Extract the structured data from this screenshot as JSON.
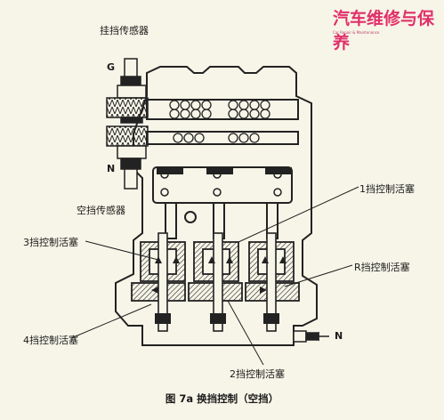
{
  "watermark": {
    "title": "汽车维修与保养",
    "subtitle": "Car Repair & Maintenance"
  },
  "labels": {
    "gear_sensor": "挂挡传感器",
    "neutral_sensor": "空挡传感器",
    "g": "G",
    "n_left": "N",
    "n_right": "N",
    "piston_1": "1挡控制活塞",
    "piston_3": "3挡控制活塞",
    "piston_r": "R挡控制活塞",
    "piston_4": "4挡控制活塞",
    "piston_2": "2挡控制活塞"
  },
  "caption": "图 7a  换挡控制（空挡）"
}
